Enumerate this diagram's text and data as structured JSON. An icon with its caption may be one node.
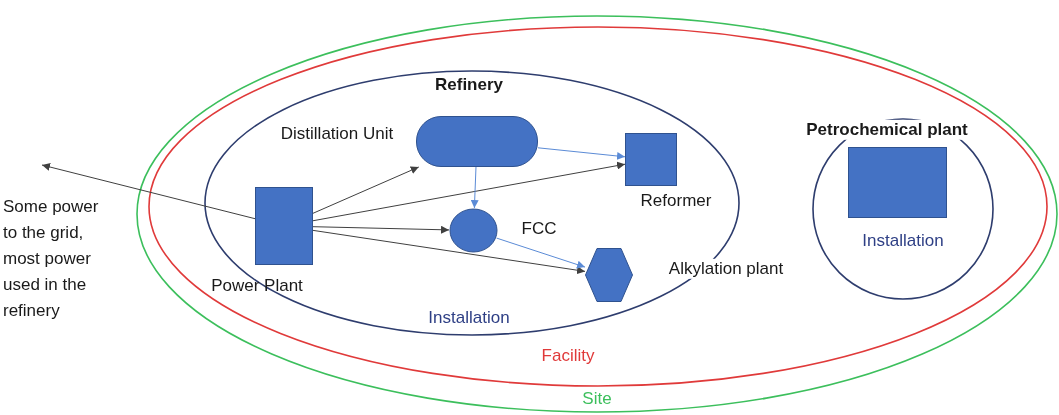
{
  "diagram": {
    "nodes": [
      {
        "text": [
          "Site"
        ]
      },
      {
        "text": [
          "Facility"
        ],
        "in": 0
      },
      {
        "text": [
          "Refinery",
          "Installation"
        ],
        "in": 1
      },
      {
        "text": [
          "Distillation Unit"
        ],
        "in": 2
      },
      {
        "text": [
          "Reformer"
        ],
        "in": 2
      },
      {
        "text": [
          "Power Plant"
        ],
        "in": 2
      },
      {
        "text": [
          "FCC"
        ],
        "in": 2
      },
      {
        "text": [
          "Alkylation plant"
        ],
        "in": 1
      },
      {
        "text": [
          "Petrochemical plant",
          "Installation"
        ],
        "in": 1
      },
      {
        "text": [],
        "shape": "box",
        "in": 8
      }
    ],
    "edges": [
      {
        "from": 5,
        "to": 3,
        "arrow": "to"
      },
      {
        "from": 5,
        "to": 4,
        "arrow": "to"
      },
      {
        "from": 5,
        "to": 6,
        "arrow": "to"
      },
      {
        "from": 5,
        "to": 7,
        "arrow": "to"
      },
      {
        "from": 5,
        "to": null,
        "arrow": "to"
      },
      {
        "from": 3,
        "to": 4,
        "arrow": "to",
        "color": "#5b8bd6"
      },
      {
        "from": 3,
        "to": 6,
        "arrow": "to",
        "color": "#5b8bd6"
      },
      {
        "from": 6,
        "to": 7,
        "arrow": "to",
        "color": "#5b8bd6"
      }
    ],
    "labels": [
      "Some power to the grid, most power used in the refinery"
    ]
  }
}
